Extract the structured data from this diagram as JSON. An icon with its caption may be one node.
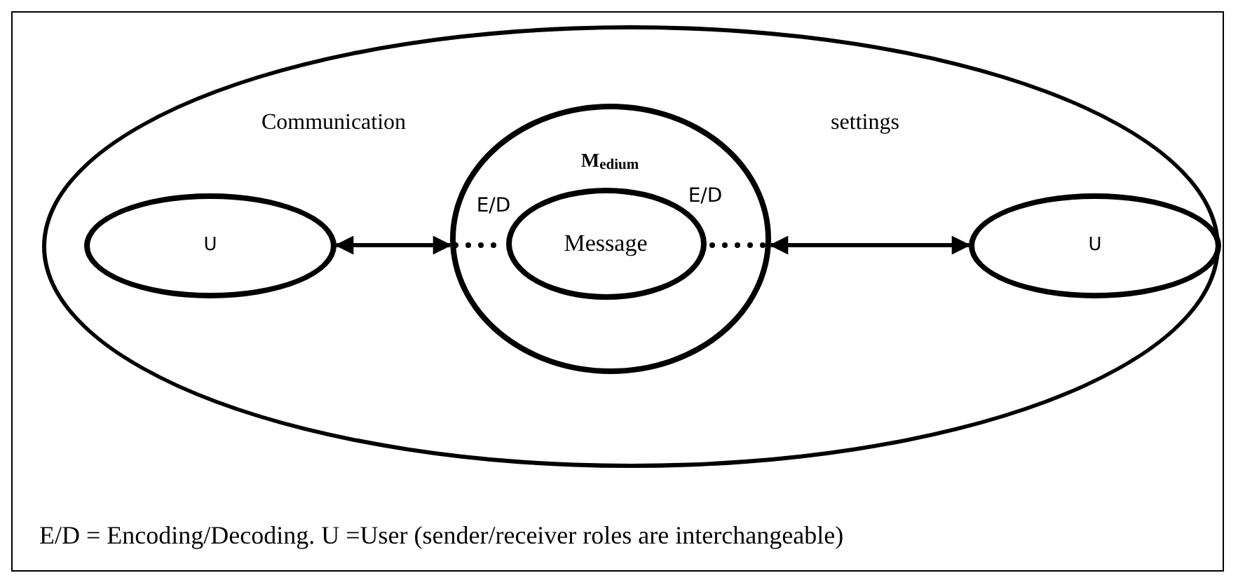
{
  "diagram": {
    "caption": "E/D = Encoding/Decoding.  U =User (sender/receiver roles are interchangeable)",
    "nodes": [
      {
        "text": [
          "Communication",
          "settings"
        ]
      },
      {
        "text": [
          "U"
        ],
        "in": 0
      },
      {
        "text": [
          "M$_{edium}$"
        ],
        "in": 0
      },
      {
        "text": [
          "Message"
        ],
        "in": 2
      },
      {
        "text": [
          "U"
        ],
        "in": 0
      }
    ],
    "edges": [
      {
        "from": 1,
        "to": 2,
        "arrow": "both"
      },
      {
        "from": 2,
        "to": 4,
        "arrow": "both"
      },
      {
        "from": 2,
        "to": 3,
        "arrow": "none",
        "style": "dashed"
      },
      {
        "from": 3,
        "to": 2,
        "arrow": "none",
        "style": "dashed"
      }
    ],
    "labels": [
      "E/D",
      "E/D"
    ]
  }
}
